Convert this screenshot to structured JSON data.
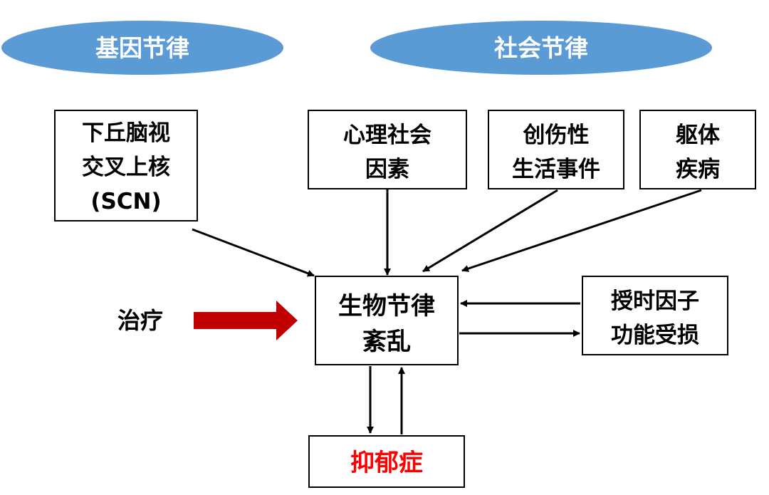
{
  "ellipses": {
    "gene": "基因节律",
    "social": "社会节律"
  },
  "boxes": {
    "scn": [
      "下丘脑视",
      "交叉上核",
      "(SCN)"
    ],
    "psycho": [
      "心理社会",
      "因素"
    ],
    "trauma": [
      "创伤性",
      "生活事件"
    ],
    "somatic": [
      "躯体",
      "疾病"
    ],
    "center": [
      "生物节律",
      "紊乱"
    ],
    "zeitgeber": [
      "授时因子",
      "功能受损"
    ],
    "depression": "抑郁症"
  },
  "labels": {
    "treatment": "治疗"
  },
  "colors": {
    "ellipse_fill": "#5b9bd5",
    "ellipse_text": "#ffffff",
    "accent_red": "#c00000",
    "depression_text": "#ff0000",
    "line": "#000000"
  }
}
